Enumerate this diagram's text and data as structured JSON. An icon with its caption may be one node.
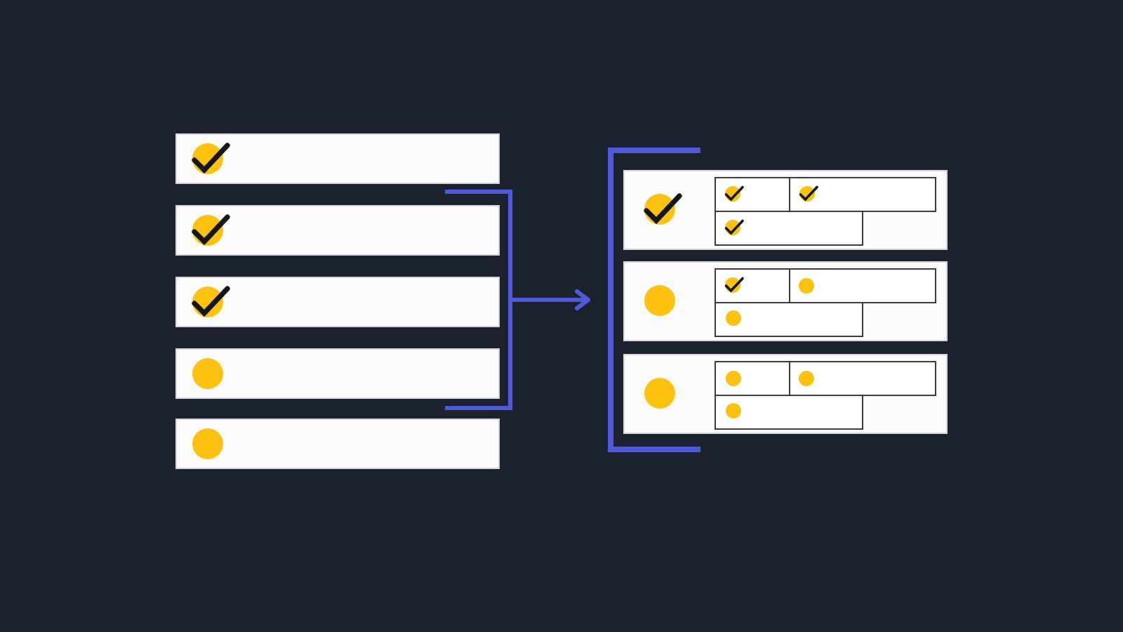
{
  "diagram": {
    "nodes": [
      {
        "text": [],
        "shape": "bar"
      },
      {
        "text": [],
        "shape": "bar"
      },
      {
        "text": [],
        "shape": "bar"
      },
      {
        "text": [],
        "shape": "bar"
      },
      {
        "text": [],
        "shape": "bar"
      },
      {
        "text": [],
        "shape": "bracket"
      },
      {
        "text": [],
        "shape": "bracket"
      },
      {
        "text": [],
        "shape": "box"
      },
      {
        "text": [],
        "shape": "box",
        "in": 7
      },
      {
        "text": [],
        "shape": "box",
        "in": 7
      },
      {
        "text": [],
        "shape": "box",
        "in": 7
      },
      {
        "text": [],
        "shape": "box"
      },
      {
        "text": [],
        "shape": "box",
        "in": 11
      },
      {
        "text": [],
        "shape": "box",
        "in": 11
      },
      {
        "text": [],
        "shape": "box",
        "in": 11
      },
      {
        "text": [],
        "shape": "box"
      },
      {
        "text": [],
        "shape": "box",
        "in": 15
      },
      {
        "text": [],
        "shape": "box",
        "in": 15
      },
      {
        "text": [],
        "shape": "box",
        "in": 15
      }
    ],
    "edges": [
      {
        "from": 5,
        "to": 6,
        "arrow": "to"
      }
    ]
  }
}
